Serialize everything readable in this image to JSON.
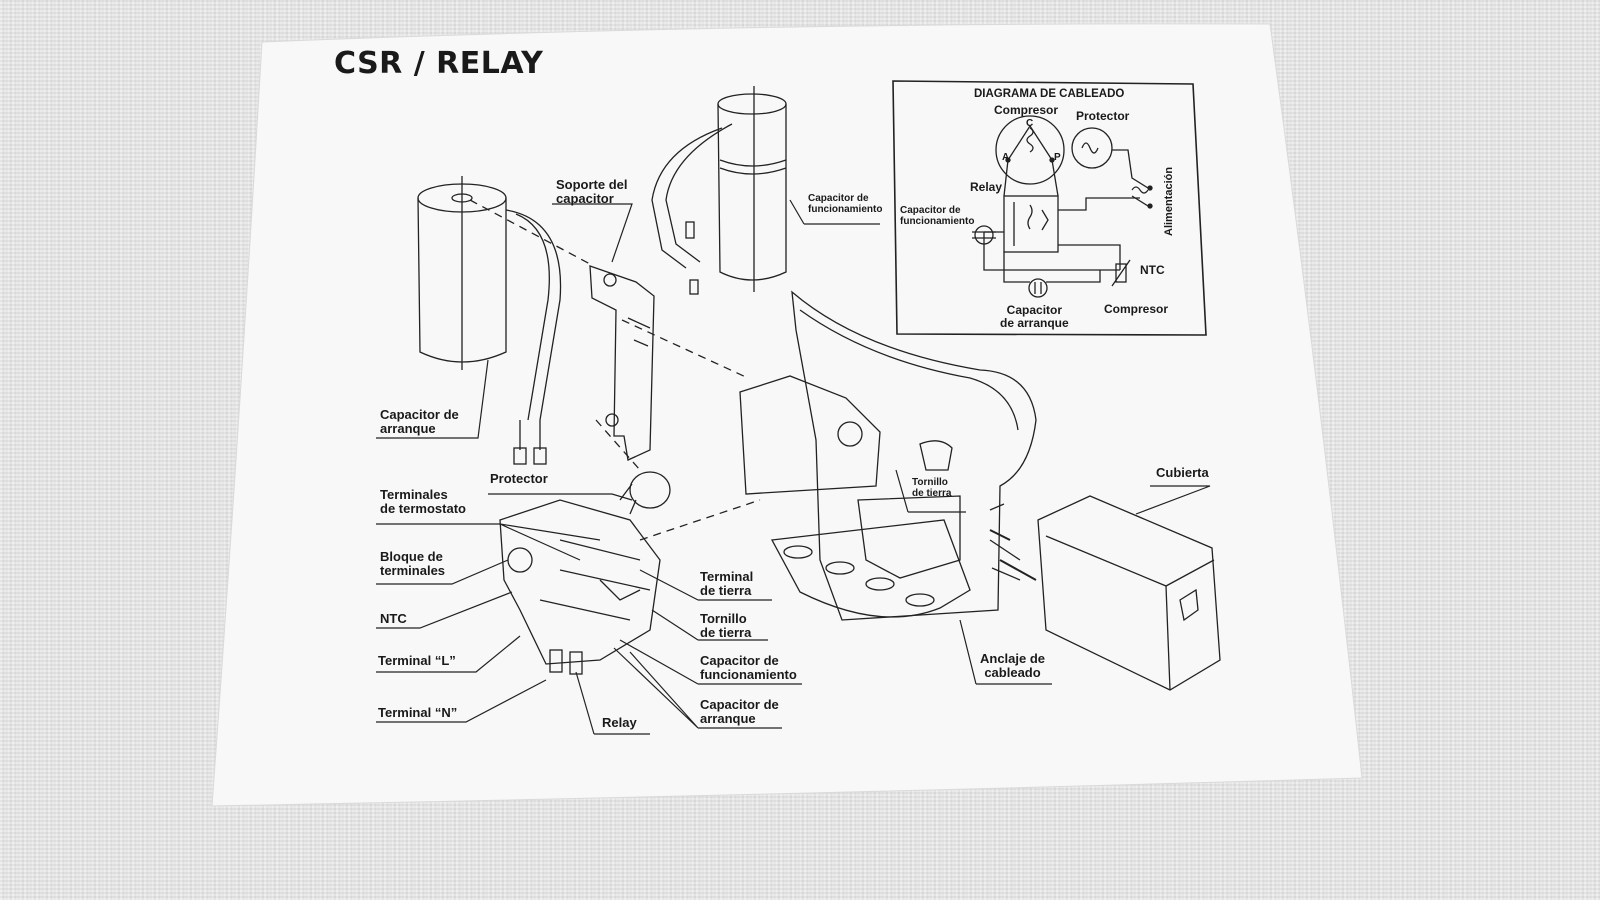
{
  "title": "CSR / RELAY",
  "wiring_diagram": {
    "title": "DIAGRAMA DE CABLEADO",
    "labels": {
      "compresor_top": "Compresor",
      "protector": "Protector",
      "relay": "Relay",
      "capacitor_funcionamiento": "Capacitor de\nfuncionamiento",
      "alimentacion": "Alimentación",
      "ntc": "NTC",
      "capacitor_arranque": "Capacitor\nde arranque",
      "compresor_bottom": "Compresor"
    },
    "terminals": {
      "c": "C",
      "a": "A",
      "p": "P"
    }
  },
  "labels": {
    "soporte_capacitor": "Soporte del\ncapacitor",
    "capacitor_funcionamiento_top": "Capacitor de\nfuncionamiento",
    "capacitor_arranque_left": "Capacitor de\narranque",
    "protector": "Protector",
    "terminales_termostato": "Terminales\nde termostato",
    "bloque_terminales": "Bloque de\nterminales",
    "ntc": "NTC",
    "terminal_l": "Terminal “L”",
    "terminal_n": "Terminal “N”",
    "relay": "Relay",
    "terminal_tierra": "Terminal\nde tierra",
    "tornillo_tierra": "Tornillo\nde tierra",
    "capacitor_funcionamiento_bottom": "Capacitor de\nfuncionamiento",
    "capacitor_arranque_bottom": "Capacitor de\narranque",
    "tornillo_tierra_small": "Tornillo\nde tierra",
    "cubierta": "Cubierta",
    "anclaje_cableado": "Anclaje de\ncableado"
  },
  "colors": {
    "paper": "#f7f7f7",
    "ink": "#1a1a1a",
    "background": "#e6e6e7"
  }
}
